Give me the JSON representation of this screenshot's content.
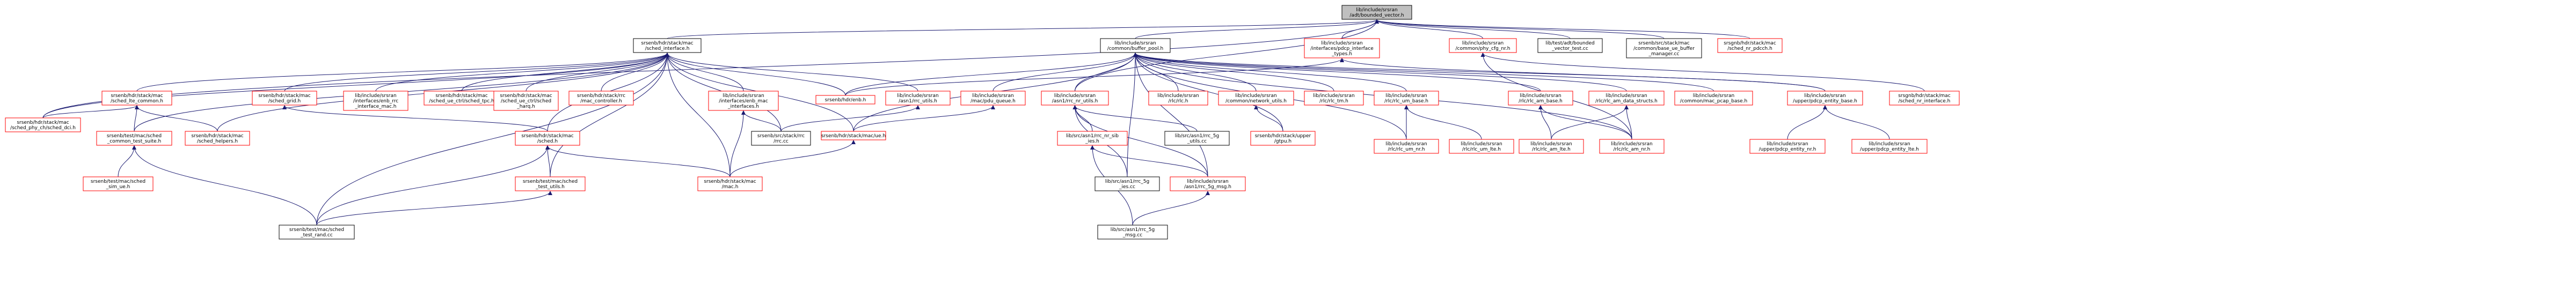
{
  "graph": {
    "title": "",
    "colors": {
      "edge": "#191970",
      "root_fill": "#bfbfbf",
      "root_stroke": "#000000",
      "linked_stroke": "#ff0000",
      "documented_stroke": "#000000",
      "background": "#ffffff"
    },
    "nodes": [
      {
        "id": "root",
        "lines": [
          "lib/include/srsran",
          "/adt/bounded_vector.h"
        ],
        "style": "root"
      },
      {
        "id": "sched_interface",
        "lines": [
          "srsenb/hdr/stack/mac",
          "/sched_interface.h"
        ],
        "style": "black"
      },
      {
        "id": "buffer_pool",
        "lines": [
          "lib/include/srsran",
          "/common/buffer_pool.h"
        ],
        "style": "black"
      },
      {
        "id": "pdcp_interface",
        "lines": [
          "lib/include/srsran",
          "/interfaces/pdcp_interface",
          "_types.h"
        ],
        "style": "red"
      },
      {
        "id": "phy_cfg_nr",
        "lines": [
          "lib/include/srsran",
          "/common/phy_cfg_nr.h"
        ],
        "style": "red"
      },
      {
        "id": "bounded_vector_test",
        "lines": [
          "lib/test/adt/bounded",
          "_vector_test.cc"
        ],
        "style": "black"
      },
      {
        "id": "base_ue_buffer",
        "lines": [
          "srsenb/src/stack/mac",
          "/common/base_ue_buffer",
          "_manager.cc"
        ],
        "style": "black"
      },
      {
        "id": "sched_nr_pdcch",
        "lines": [
          "srsgnb/hdr/stack/mac",
          "/sched_nr_pdcch.h"
        ],
        "style": "red"
      },
      {
        "id": "sched_phy_ch",
        "lines": [
          "srsenb/hdr/stack/mac",
          "/sched_phy_ch/sched_dci.h"
        ],
        "style": "red"
      },
      {
        "id": "sched_lte_common",
        "lines": [
          "srsenb/hdr/stack/mac",
          "/sched_lte_common.h"
        ],
        "style": "red"
      },
      {
        "id": "sched_grid",
        "lines": [
          "srsenb/hdr/stack/mac",
          "/sched_grid.h"
        ],
        "style": "red"
      },
      {
        "id": "enb_rrc_mac",
        "lines": [
          "lib/include/srsran",
          "/interfaces/enb_rrc",
          "_interface_mac.h"
        ],
        "style": "red"
      },
      {
        "id": "sched_ue_ctrl_tpc",
        "lines": [
          "srsenb/hdr/stack/mac",
          "/sched_ue_ctrl/sched_tpc.h"
        ],
        "style": "red"
      },
      {
        "id": "sched_ue_harq",
        "lines": [
          "srsenb/hdr/stack/mac",
          "/sched_ue_ctrl/sched",
          "_harq.h"
        ],
        "style": "red"
      },
      {
        "id": "mac_controller",
        "lines": [
          "srsenb/hdr/stack/rrc",
          "/mac_controller.h"
        ],
        "style": "red"
      },
      {
        "id": "enb_mac_interfaces",
        "lines": [
          "lib/include/srsran",
          "/interfaces/enb_mac",
          "_interfaces.h"
        ],
        "style": "red"
      },
      {
        "id": "enb_h",
        "lines": [
          "srsenb/hdr/enb.h"
        ],
        "style": "red"
      },
      {
        "id": "rrc_utils",
        "lines": [
          "lib/include/srsran",
          "/asn1/rrc_utils.h"
        ],
        "style": "red"
      },
      {
        "id": "mac_pdu_queue",
        "lines": [
          "lib/include/srsran",
          "/mac/pdu_queue.h"
        ],
        "style": "red"
      },
      {
        "id": "rrc_nr_utils",
        "lines": [
          "lib/include/srsran",
          "/asn1/rrc_nr_utils.h"
        ],
        "style": "red"
      },
      {
        "id": "rlc_h",
        "lines": [
          "lib/include/srsran",
          "/rlc/rlc.h"
        ],
        "style": "red"
      },
      {
        "id": "network_utils",
        "lines": [
          "lib/include/srsran",
          "/common/network_utils.h"
        ],
        "style": "red"
      },
      {
        "id": "rlc_tm",
        "lines": [
          "lib/include/srsran",
          "/rlc/rlc_tm.h"
        ],
        "style": "red"
      },
      {
        "id": "rlc_um_base",
        "lines": [
          "lib/include/srsran",
          "/rlc/rlc_um_base.h"
        ],
        "style": "red"
      },
      {
        "id": "rlc_am_base",
        "lines": [
          "lib/include/srsran",
          "/rlc/rlc_am_base.h"
        ],
        "style": "red"
      },
      {
        "id": "rlc_am_data_structs",
        "lines": [
          "lib/include/srsran",
          "/rlc/rlc_am_data_structs.h"
        ],
        "style": "red"
      },
      {
        "id": "mac_pcap_base",
        "lines": [
          "lib/include/srsran",
          "/common/mac_pcap_base.h"
        ],
        "style": "red"
      },
      {
        "id": "pdcp_entity_base",
        "lines": [
          "lib/include/srsran",
          "/upper/pdcp_entity_base.h"
        ],
        "style": "red"
      },
      {
        "id": "sched_nr_interface",
        "lines": [
          "srsgnb/hdr/stack/mac",
          "/sched_nr_interface.h"
        ],
        "style": "red"
      },
      {
        "id": "sched_phy_ch_sched_dci",
        "lines": [
          "srsenb/hdr/stack/mac",
          "/sched_phy_ch/sched_dci.h"
        ],
        "style": "red"
      },
      {
        "id": "sched_common_test_suite",
        "lines": [
          "srsenb/test/mac/sched",
          "_common_test_suite.h"
        ],
        "style": "red"
      },
      {
        "id": "sched_helpers",
        "lines": [
          "srsenb/hdr/stack/mac",
          "/sched_helpers.h"
        ],
        "style": "red"
      },
      {
        "id": "sched_h",
        "lines": [
          "srsenb/hdr/stack/mac",
          "/sched.h"
        ],
        "style": "red"
      },
      {
        "id": "rrc_cc",
        "lines": [
          "srsenb/src/stack/rrc",
          "/rrc.cc"
        ],
        "style": "black"
      },
      {
        "id": "mac_ue",
        "lines": [
          "srsenb/hdr/stack/mac/ue.h"
        ],
        "style": "red"
      },
      {
        "id": "rrc_nr_sib",
        "lines": [
          "lib/src/asn1/rrc_nr_sib",
          "_ies.h"
        ],
        "style": "red"
      },
      {
        "id": "rrc_nr_utils_cc",
        "lines": [
          "lib/src/asn1/rrc_5g",
          "_utils.cc"
        ],
        "style": "black"
      },
      {
        "id": "gtpu",
        "lines": [
          "srsenb/hdr/stack/upper",
          "/gtpu.h"
        ],
        "style": "red"
      },
      {
        "id": "rlc_um_nr",
        "lines": [
          "lib/include/srsran",
          "/rlc/rlc_um_nr.h"
        ],
        "style": "red"
      },
      {
        "id": "rlc_um_lte",
        "lines": [
          "lib/include/srsran",
          "/rlc/rlc_um_lte.h"
        ],
        "style": "red"
      },
      {
        "id": "rlc_am_lte",
        "lines": [
          "lib/include/srsran",
          "/rlc/rlc_am_lte.h"
        ],
        "style": "red"
      },
      {
        "id": "rlc_am_nr",
        "lines": [
          "lib/include/srsran",
          "/rlc/rlc_am_nr.h"
        ],
        "style": "red"
      },
      {
        "id": "pdcp_entity_nr",
        "lines": [
          "lib/include/srsran",
          "/upper/pdcp_entity_nr.h"
        ],
        "style": "red"
      },
      {
        "id": "pdcp_entity_lte",
        "lines": [
          "lib/include/srsran",
          "/upper/pdcp_entity_lte.h"
        ],
        "style": "red"
      },
      {
        "id": "sched_ue_h",
        "lines": [
          "srsenb/test/mac/sched",
          "_sim_ue.h"
        ],
        "style": "red"
      },
      {
        "id": "sched_test_utils",
        "lines": [
          "srsenb/test/mac/sched",
          "_test_utils.h"
        ],
        "style": "red"
      },
      {
        "id": "mac_h",
        "lines": [
          "srsenb/hdr/stack/mac",
          "/mac.h"
        ],
        "style": "red"
      },
      {
        "id": "rrc_nr_ies_cc",
        "lines": [
          "lib/src/asn1/rrc_5g",
          "_ies.cc"
        ],
        "style": "black"
      },
      {
        "id": "rrc_nr_msg",
        "lines": [
          "lib/include/srsran",
          "/asn1/rrc_5g_msg.h"
        ],
        "style": "red"
      },
      {
        "id": "sched_test_rand",
        "lines": [
          "srsenb/test/mac/sched",
          "_test_rand.cc"
        ],
        "style": "black"
      },
      {
        "id": "rrc_nr_msg_cc",
        "lines": [
          "lib/src/asn1/rrc_5g",
          "_msg.cc"
        ],
        "style": "black"
      }
    ]
  }
}
